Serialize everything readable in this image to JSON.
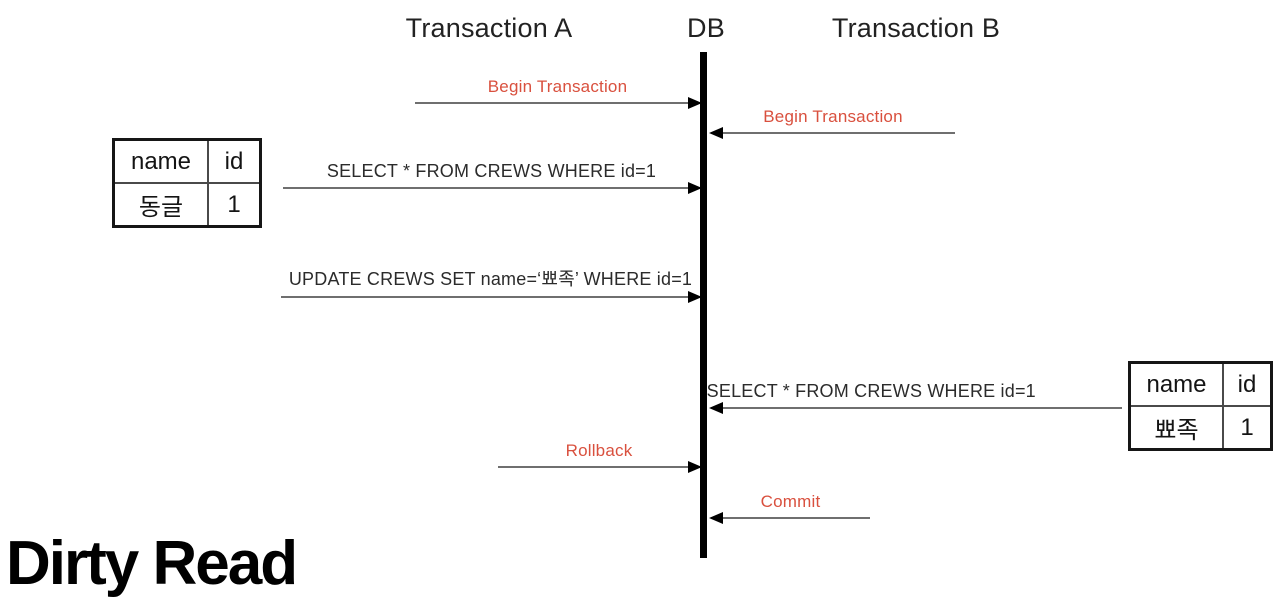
{
  "caption": "Dirty Read",
  "colors": {
    "accent_red": "#d9503e",
    "line_gray": "#6f6f6f",
    "ink": "#141414"
  },
  "lanes": {
    "transaction_a": "Transaction A",
    "db": "DB",
    "transaction_b": "Transaction B"
  },
  "arrows": [
    {
      "label": "Begin Transaction",
      "from": "Transaction A",
      "to": "DB",
      "style": "red"
    },
    {
      "label": "Begin Transaction",
      "from": "Transaction B",
      "to": "DB",
      "style": "red"
    },
    {
      "label": "SELECT * FROM CREWS WHERE id=1",
      "from": "Transaction A",
      "to": "DB",
      "style": "black"
    },
    {
      "label": "UPDATE CREWS SET name=‘뾰족’ WHERE id=1",
      "from": "Transaction A",
      "to": "DB",
      "style": "black"
    },
    {
      "label": "SELECT * FROM CREWS WHERE id=1",
      "from": "Transaction B",
      "to": "DB",
      "style": "black"
    },
    {
      "label": "Rollback",
      "from": "Transaction A",
      "to": "DB",
      "style": "red"
    },
    {
      "label": "Commit",
      "from": "Transaction B",
      "to": "DB",
      "style": "red"
    }
  ],
  "tables": {
    "left": {
      "headers": [
        "name",
        "id"
      ],
      "rows": [
        [
          "동글",
          "1"
        ]
      ]
    },
    "right": {
      "headers": [
        "name",
        "id"
      ],
      "rows": [
        [
          "뾰족",
          "1"
        ]
      ]
    }
  }
}
